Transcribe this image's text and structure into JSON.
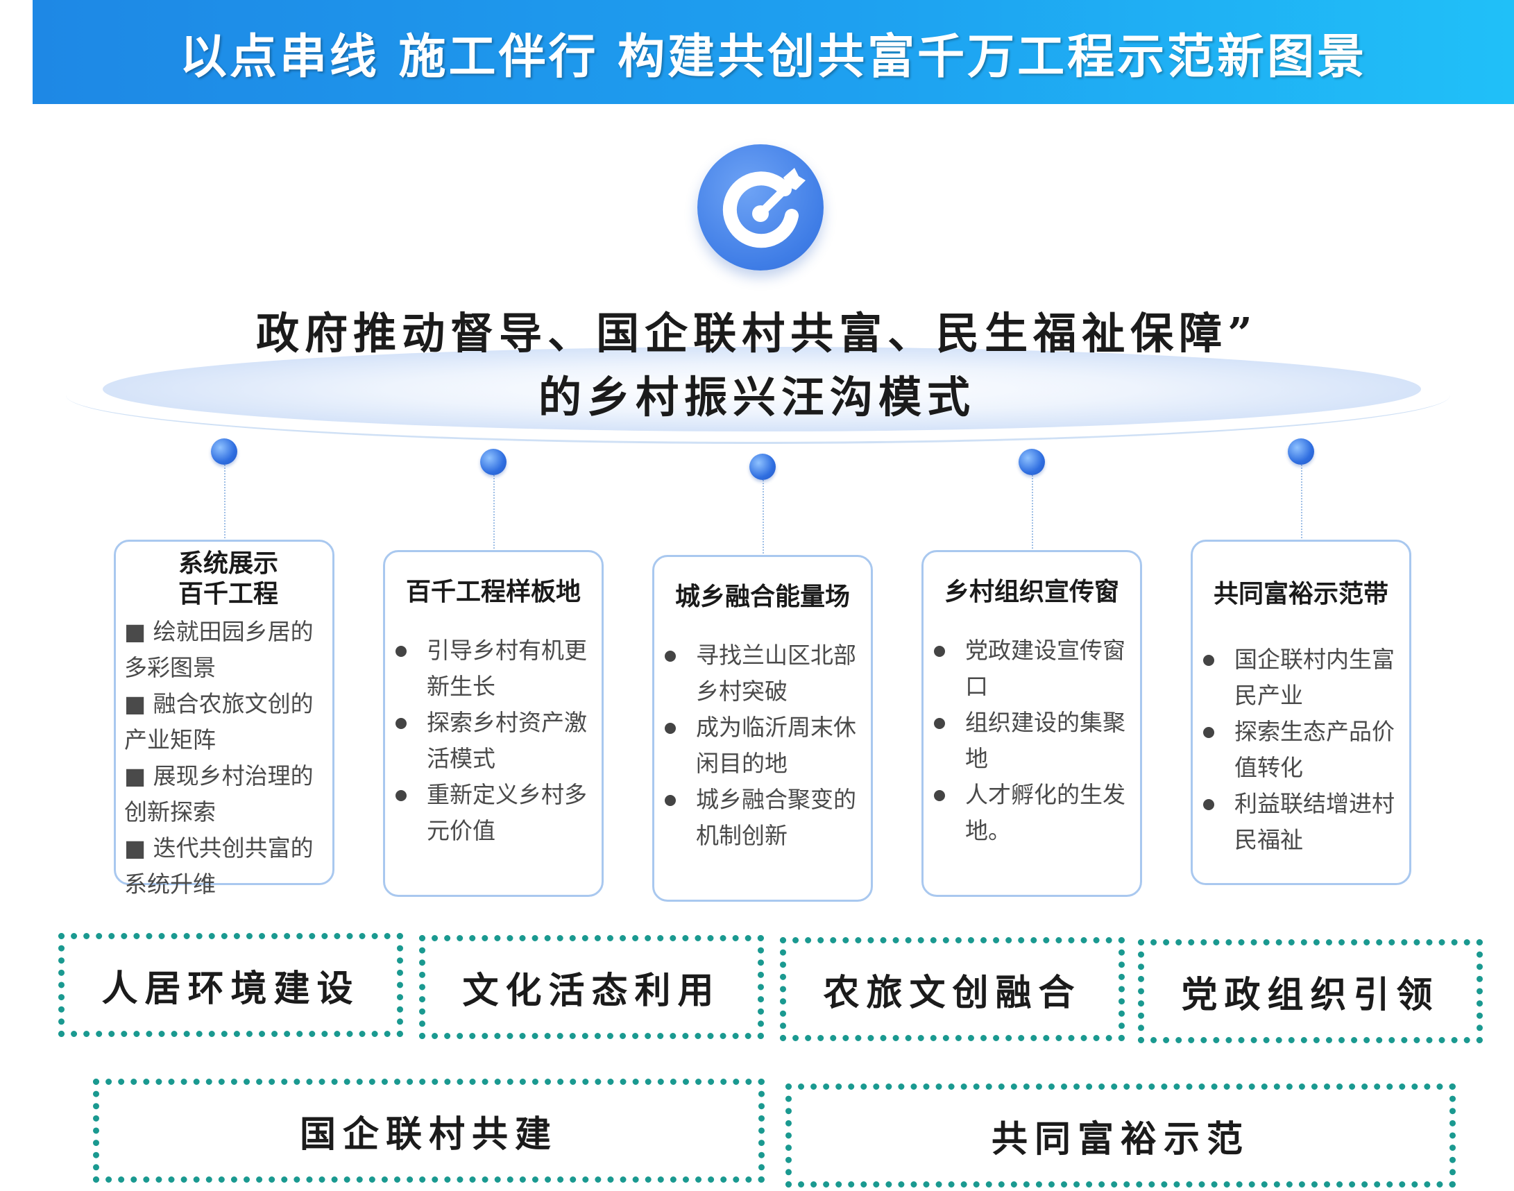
{
  "banner": {
    "title": "以点串线 施工伴行 构建共创共富千万工程示范新图景"
  },
  "icons": {
    "center": "target-arrow-icon"
  },
  "colors": {
    "banner": "#1e88e5",
    "accent_blue": "#3f7de6",
    "dotted_border": "#1a9990"
  },
  "headline": {
    "line1": "政府推动督导、国企联村共富、民生福祉保障”",
    "line2": "的乡村振兴汪沟模式"
  },
  "cards": [
    {
      "title": "系统展示\n百千工程",
      "bullet": "square",
      "items": [
        "■ 绘就田园乡居的多彩图景",
        "■ 融合农旅文创的产业矩阵",
        "■ 展现乡村治理的创新探索",
        "■ 迭代共创共富的系统升维"
      ]
    },
    {
      "title": "百千工程样板地",
      "bullet": "circle",
      "items": [
        "引导乡村有机更新生长",
        "探索乡村资产激活模式",
        "重新定义乡村多元价值"
      ]
    },
    {
      "title": "城乡融合能量场",
      "bullet": "circle",
      "items": [
        "寻找兰山区北部乡村突破",
        "成为临沂周末休闲目的地",
        "城乡融合聚变的机制创新"
      ]
    },
    {
      "title": "乡村组织宣传窗",
      "bullet": "circle",
      "items": [
        "党政建设宣传窗口",
        "组织建设的集聚地",
        "人才孵化的生发地。"
      ]
    },
    {
      "title": "共同富裕示范带",
      "bullet": "circle",
      "items": [
        "国企联村内生富民产业",
        "探索生态产品价值转化",
        "利益联结增进村民福祉"
      ]
    }
  ],
  "pillars_row1": [
    "人居环境建设",
    "文化活态利用",
    "农旅文创融合",
    "党政组织引领"
  ],
  "pillars_row2": [
    "国企联村共建",
    "共同富裕示范"
  ]
}
